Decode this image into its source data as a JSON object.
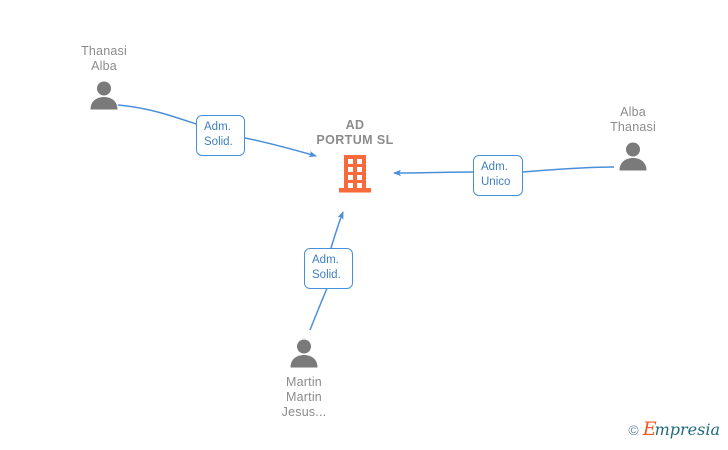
{
  "diagram": {
    "type": "corporate-relationship-graph",
    "background_color": "#ffffff",
    "edge_color": "#4a90d9",
    "person_color": "#7a7a7a",
    "company_color": "#f86a3b",
    "label_text_color": "#8c8c8c"
  },
  "company": {
    "name": "AD\nPORTUM  SL",
    "icon": "building-icon",
    "color": "#f86a3b"
  },
  "people": [
    {
      "id": "thanasi-alba",
      "name": "Thanasi\nAlba",
      "icon": "person-icon",
      "position": "top-left"
    },
    {
      "id": "alba-thanasi",
      "name": "Alba\nThanasi",
      "icon": "person-icon",
      "position": "right"
    },
    {
      "id": "martin-martin-jesus",
      "name": "Martin\nMartin\nJesus...",
      "icon": "person-icon",
      "position": "bottom"
    }
  ],
  "relations": [
    {
      "id": "rel-thanasi-alba",
      "label": "Adm.\nSolid.",
      "from": "thanasi-alba",
      "to": "company"
    },
    {
      "id": "rel-alba-thanasi",
      "label": "Adm.\nUnico",
      "from": "alba-thanasi",
      "to": "company"
    },
    {
      "id": "rel-martin-martin-jesus",
      "label": "Adm.\nSolid.",
      "from": "martin-martin-jesus",
      "to": "company"
    }
  ],
  "watermark": {
    "copyright": "©",
    "brand_initial": "E",
    "brand_rest": "mpresia"
  }
}
